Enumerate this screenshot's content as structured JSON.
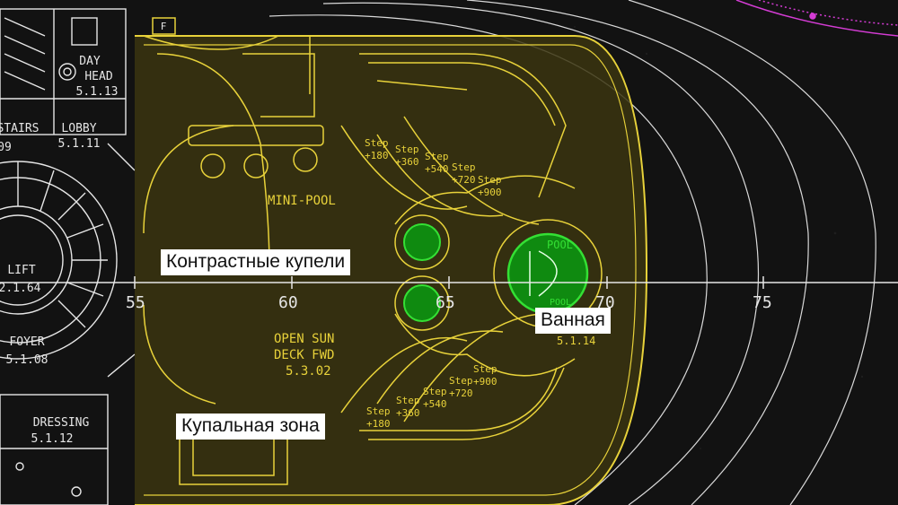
{
  "colors": {
    "background": "#121212",
    "white_lines": "#e6e6e6",
    "yellow_lines": "#e8d23a",
    "yellow_fill": "#3b3510",
    "green": "#34e034",
    "magenta": "#d43cd4"
  },
  "callouts": {
    "contrast_pools": "Контрастные купели",
    "bath": "Ванная",
    "bathing_zone": "Купальная зона"
  },
  "axis_ticks": {
    "t55": "55",
    "t60": "60",
    "t65": "65",
    "t70": "70",
    "t75": "75"
  },
  "rooms": {
    "day_head_1": "DAY",
    "day_head_2": "HEAD",
    "day_head_num": "5.1.13",
    "stairs": "STAIRS",
    "stairs_num": "09",
    "lobby": "LOBBY",
    "lobby_num": "5.1.11",
    "lift": "LIFT",
    "lift_num": "2.1.64",
    "foyer": "FOYER",
    "foyer_num": "5.1.08",
    "dressing": "DRESSING",
    "dressing_num": "5.1.12",
    "f_label": "F",
    "mini_pool": "MINI-POOL",
    "open_sun_1": "OPEN SUN",
    "open_sun_2": "DECK FWD",
    "open_sun_num": "5.3.02",
    "pool_top": "POOL",
    "pool_bottom": "POOL",
    "bath_num": "5.1.14"
  },
  "steps_upper": [
    "Step +180",
    "Step +360",
    "Step +540",
    "Step +720",
    "Step +900"
  ],
  "steps_lower": [
    "Step +180",
    "Step +360",
    "Step +540",
    "Step +720",
    "Step +900"
  ]
}
